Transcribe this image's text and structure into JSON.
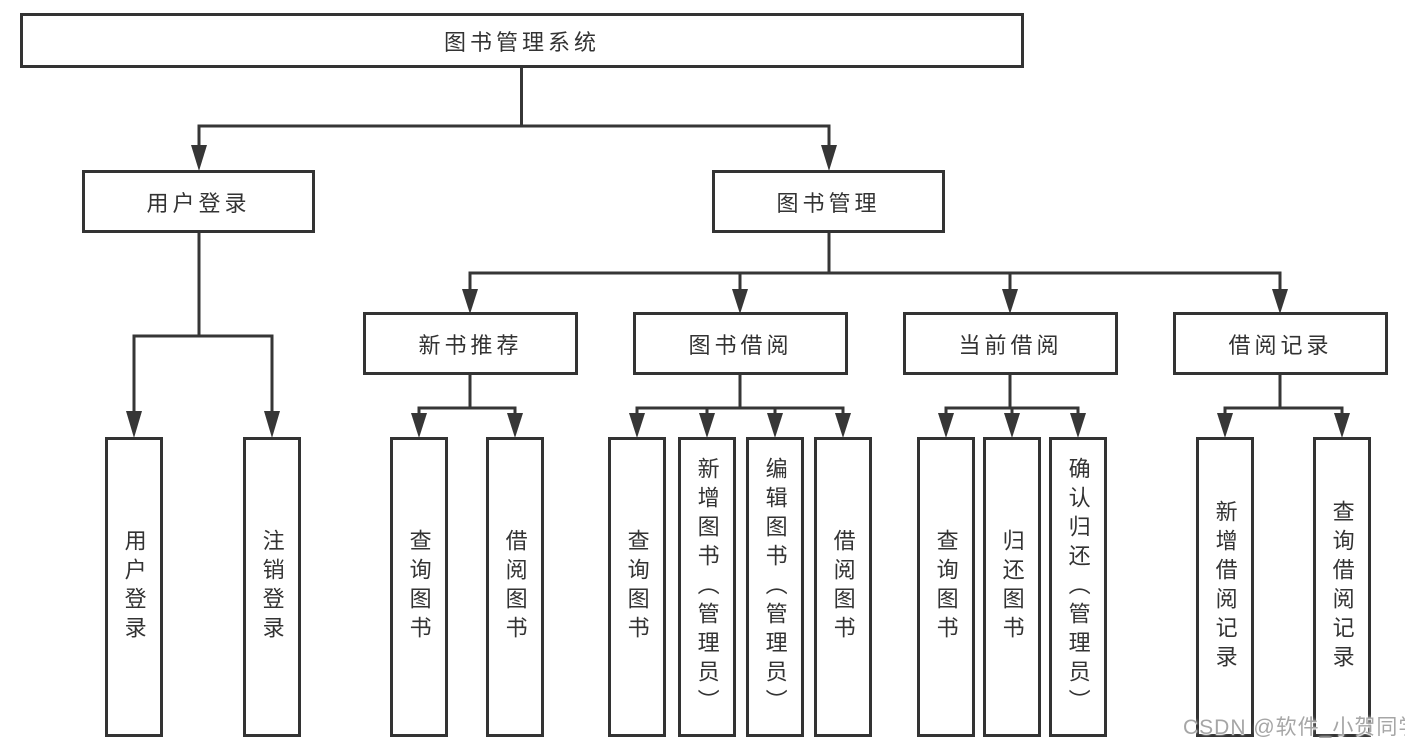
{
  "tree": {
    "root": {
      "label": "图书管理系统",
      "children": [
        {
          "label": "用户登录",
          "children": [
            {
              "label": "用户登录"
            },
            {
              "label": "注销登录"
            }
          ]
        },
        {
          "label": "图书管理",
          "children": [
            {
              "label": "新书推荐",
              "children": [
                {
                  "label": "查询图书"
                },
                {
                  "label": "借阅图书"
                }
              ]
            },
            {
              "label": "图书借阅",
              "children": [
                {
                  "label": "查询图书"
                },
                {
                  "label": "新增图书（管理员）"
                },
                {
                  "label": "编辑图书（管理员）"
                },
                {
                  "label": "借阅图书"
                }
              ]
            },
            {
              "label": "当前借阅",
              "children": [
                {
                  "label": "查询图书"
                },
                {
                  "label": "归还图书"
                },
                {
                  "label": "确认归还（管理员）"
                }
              ]
            },
            {
              "label": "借阅记录",
              "children": [
                {
                  "label": "新增借阅记录"
                },
                {
                  "label": "查询借阅记录"
                }
              ]
            }
          ]
        }
      ]
    }
  },
  "watermark": {
    "label": "CSDN @软件_小贺同学"
  },
  "colors": {
    "line": "#333333",
    "text": "#333333",
    "box_background": "#ffffff",
    "page_background": "#ffffff",
    "watermark": "#a6a6a6"
  }
}
